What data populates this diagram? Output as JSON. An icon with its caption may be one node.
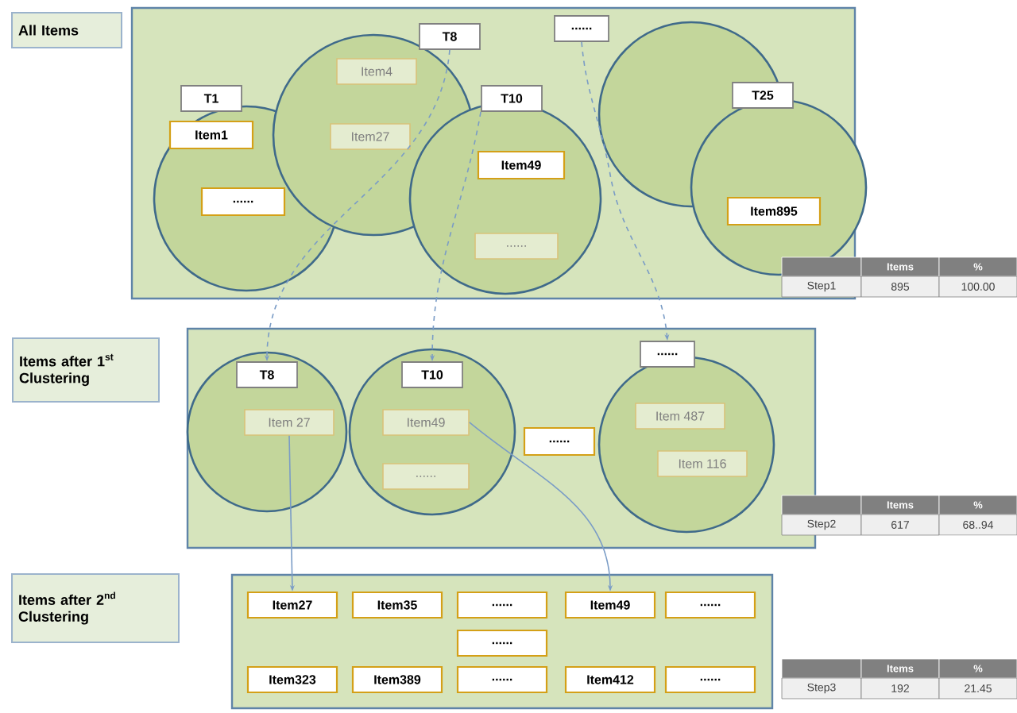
{
  "diagram": {
    "nodes": [
      {
        "text": [
          "All Items"
        ]
      },
      {
        "text": [],
        "shape": "box"
      },
      {
        "text": [],
        "shape": "circle",
        "in": 1
      },
      {
        "text": [
          "T1"
        ],
        "in": 1
      },
      {
        "text": [
          "Item1"
        ],
        "in": 2
      },
      {
        "text": [
          "......"
        ],
        "in": 2
      },
      {
        "text": [],
        "shape": "circle",
        "in": 1
      },
      {
        "text": [
          "T8"
        ],
        "in": 1
      },
      {
        "text": [
          "Item4"
        ],
        "in": 6
      },
      {
        "text": [
          "Item27"
        ],
        "in": 6
      },
      {
        "text": [],
        "shape": "circle",
        "in": 1
      },
      {
        "text": [
          "T10"
        ],
        "in": 1
      },
      {
        "text": [
          "Item49"
        ],
        "in": 10
      },
      {
        "text": [
          "......"
        ],
        "in": 10
      },
      {
        "text": [],
        "shape": "circle",
        "in": 1
      },
      {
        "text": [
          "......"
        ],
        "in": 1
      },
      {
        "text": [],
        "shape": "circle",
        "in": 1
      },
      {
        "text": [
          "T25"
        ],
        "in": 1
      },
      {
        "text": [
          "Item895"
        ],
        "in": 16
      },
      {
        "text": [
          "Items after 1$^{st}$ Clustering"
        ]
      },
      {
        "text": [],
        "shape": "box"
      },
      {
        "text": [],
        "shape": "circle",
        "in": 20
      },
      {
        "text": [
          "T8"
        ],
        "in": 21
      },
      {
        "text": [
          "Item 27"
        ],
        "in": 21
      },
      {
        "text": [],
        "shape": "circle",
        "in": 20
      },
      {
        "text": [
          "T10"
        ],
        "in": 24
      },
      {
        "text": [
          "Item49"
        ],
        "in": 24
      },
      {
        "text": [
          "......"
        ],
        "in": 24
      },
      {
        "text": [
          "......"
        ],
        "in": 20
      },
      {
        "text": [],
        "shape": "circle",
        "in": 20
      },
      {
        "text": [
          "......"
        ],
        "in": 20
      },
      {
        "text": [
          "Item 487"
        ],
        "in": 29
      },
      {
        "text": [
          "Item 116"
        ],
        "in": 29
      },
      {
        "text": [
          "Items after 2$^{nd}$ Clustering"
        ]
      },
      {
        "text": [],
        "shape": "box"
      },
      {
        "text": [
          "Item27"
        ],
        "in": 34
      },
      {
        "text": [
          "Item35"
        ],
        "in": 34
      },
      {
        "text": [
          "......"
        ],
        "in": 34
      },
      {
        "text": [
          "Item49"
        ],
        "in": 34
      },
      {
        "text": [
          "......"
        ],
        "in": 34
      },
      {
        "text": [
          "......"
        ],
        "in": 34
      },
      {
        "text": [
          "Item323"
        ],
        "in": 34
      },
      {
        "text": [
          "Item389"
        ],
        "in": 34
      },
      {
        "text": [
          "......"
        ],
        "in": 34
      },
      {
        "text": [
          "Item412"
        ],
        "in": 34
      },
      {
        "text": [
          "......"
        ],
        "in": 34
      }
    ],
    "edges": [
      {
        "from": 7,
        "to": 22,
        "arrow": "to",
        "style": "dashed"
      },
      {
        "from": 11,
        "to": 25,
        "arrow": "to",
        "style": "dashed"
      },
      {
        "from": 15,
        "to": 30,
        "arrow": "to",
        "style": "dashed"
      },
      {
        "from": 23,
        "to": 35,
        "arrow": "to"
      },
      {
        "from": 26,
        "to": 38,
        "arrow": "to"
      }
    ],
    "labels": [
      "Items",
      "%",
      "Step1",
      "895",
      "100.00",
      "Items",
      "%",
      "Step2",
      "617",
      "68..94",
      "Items",
      "%",
      "Step3",
      "192",
      "21.45"
    ]
  }
}
